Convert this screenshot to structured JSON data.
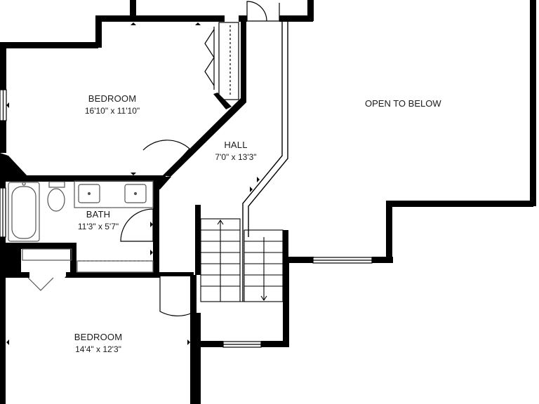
{
  "rooms": {
    "bedroom_1": {
      "name": "BEDROOM",
      "dims": "16'10\" x 11'10\""
    },
    "hall": {
      "name": "HALL",
      "dims": "7'0\" x 13'3\""
    },
    "bath": {
      "name": "BATH",
      "dims": "11'3\" x 5'7\""
    },
    "bedroom_2": {
      "name": "BEDROOM",
      "dims": "14'4\" x 12'3\""
    }
  },
  "open_area": {
    "label": "OPEN TO BELOW"
  },
  "colors": {
    "wall": "#000000",
    "fixture": "#555555",
    "background": "#ffffff",
    "window": "#9a9a9a"
  }
}
